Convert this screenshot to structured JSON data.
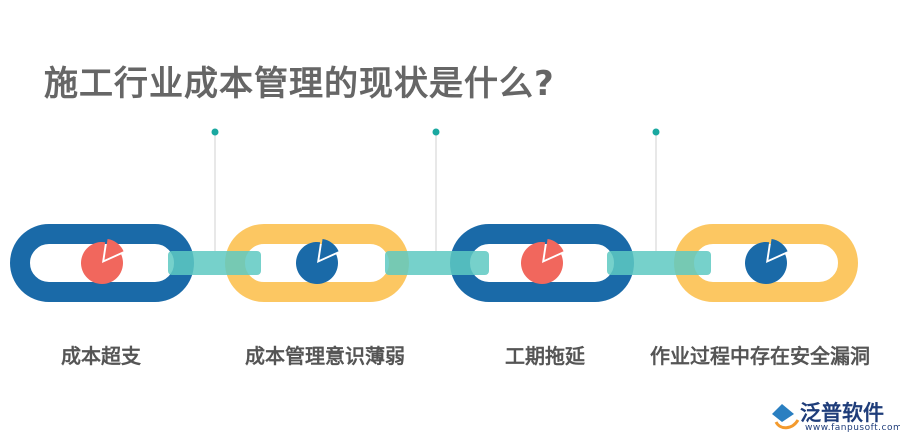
{
  "title": "施工行业成本管理的现状是什么?",
  "colors": {
    "blue": "#1a6aa8",
    "yellow": "#fcc762",
    "teal": "#5ec9c2",
    "red": "#f1675d",
    "dot": "#1aa8a0"
  },
  "links": [
    {
      "label": "成本超支",
      "ring_color": "#1a6aa8",
      "pie_color": "#f1675d"
    },
    {
      "label": "成本管理意识薄弱",
      "ring_color": "#fcc762",
      "pie_color": "#1a6aa8"
    },
    {
      "label": "工期拖延",
      "ring_color": "#1a6aa8",
      "pie_color": "#f1675d"
    },
    {
      "label": "作业过程中存在安全漏洞",
      "ring_color": "#fcc762",
      "pie_color": "#1a6aa8"
    }
  ],
  "logo": {
    "name": "泛普软件",
    "url": "www.fanpusoft.com"
  }
}
